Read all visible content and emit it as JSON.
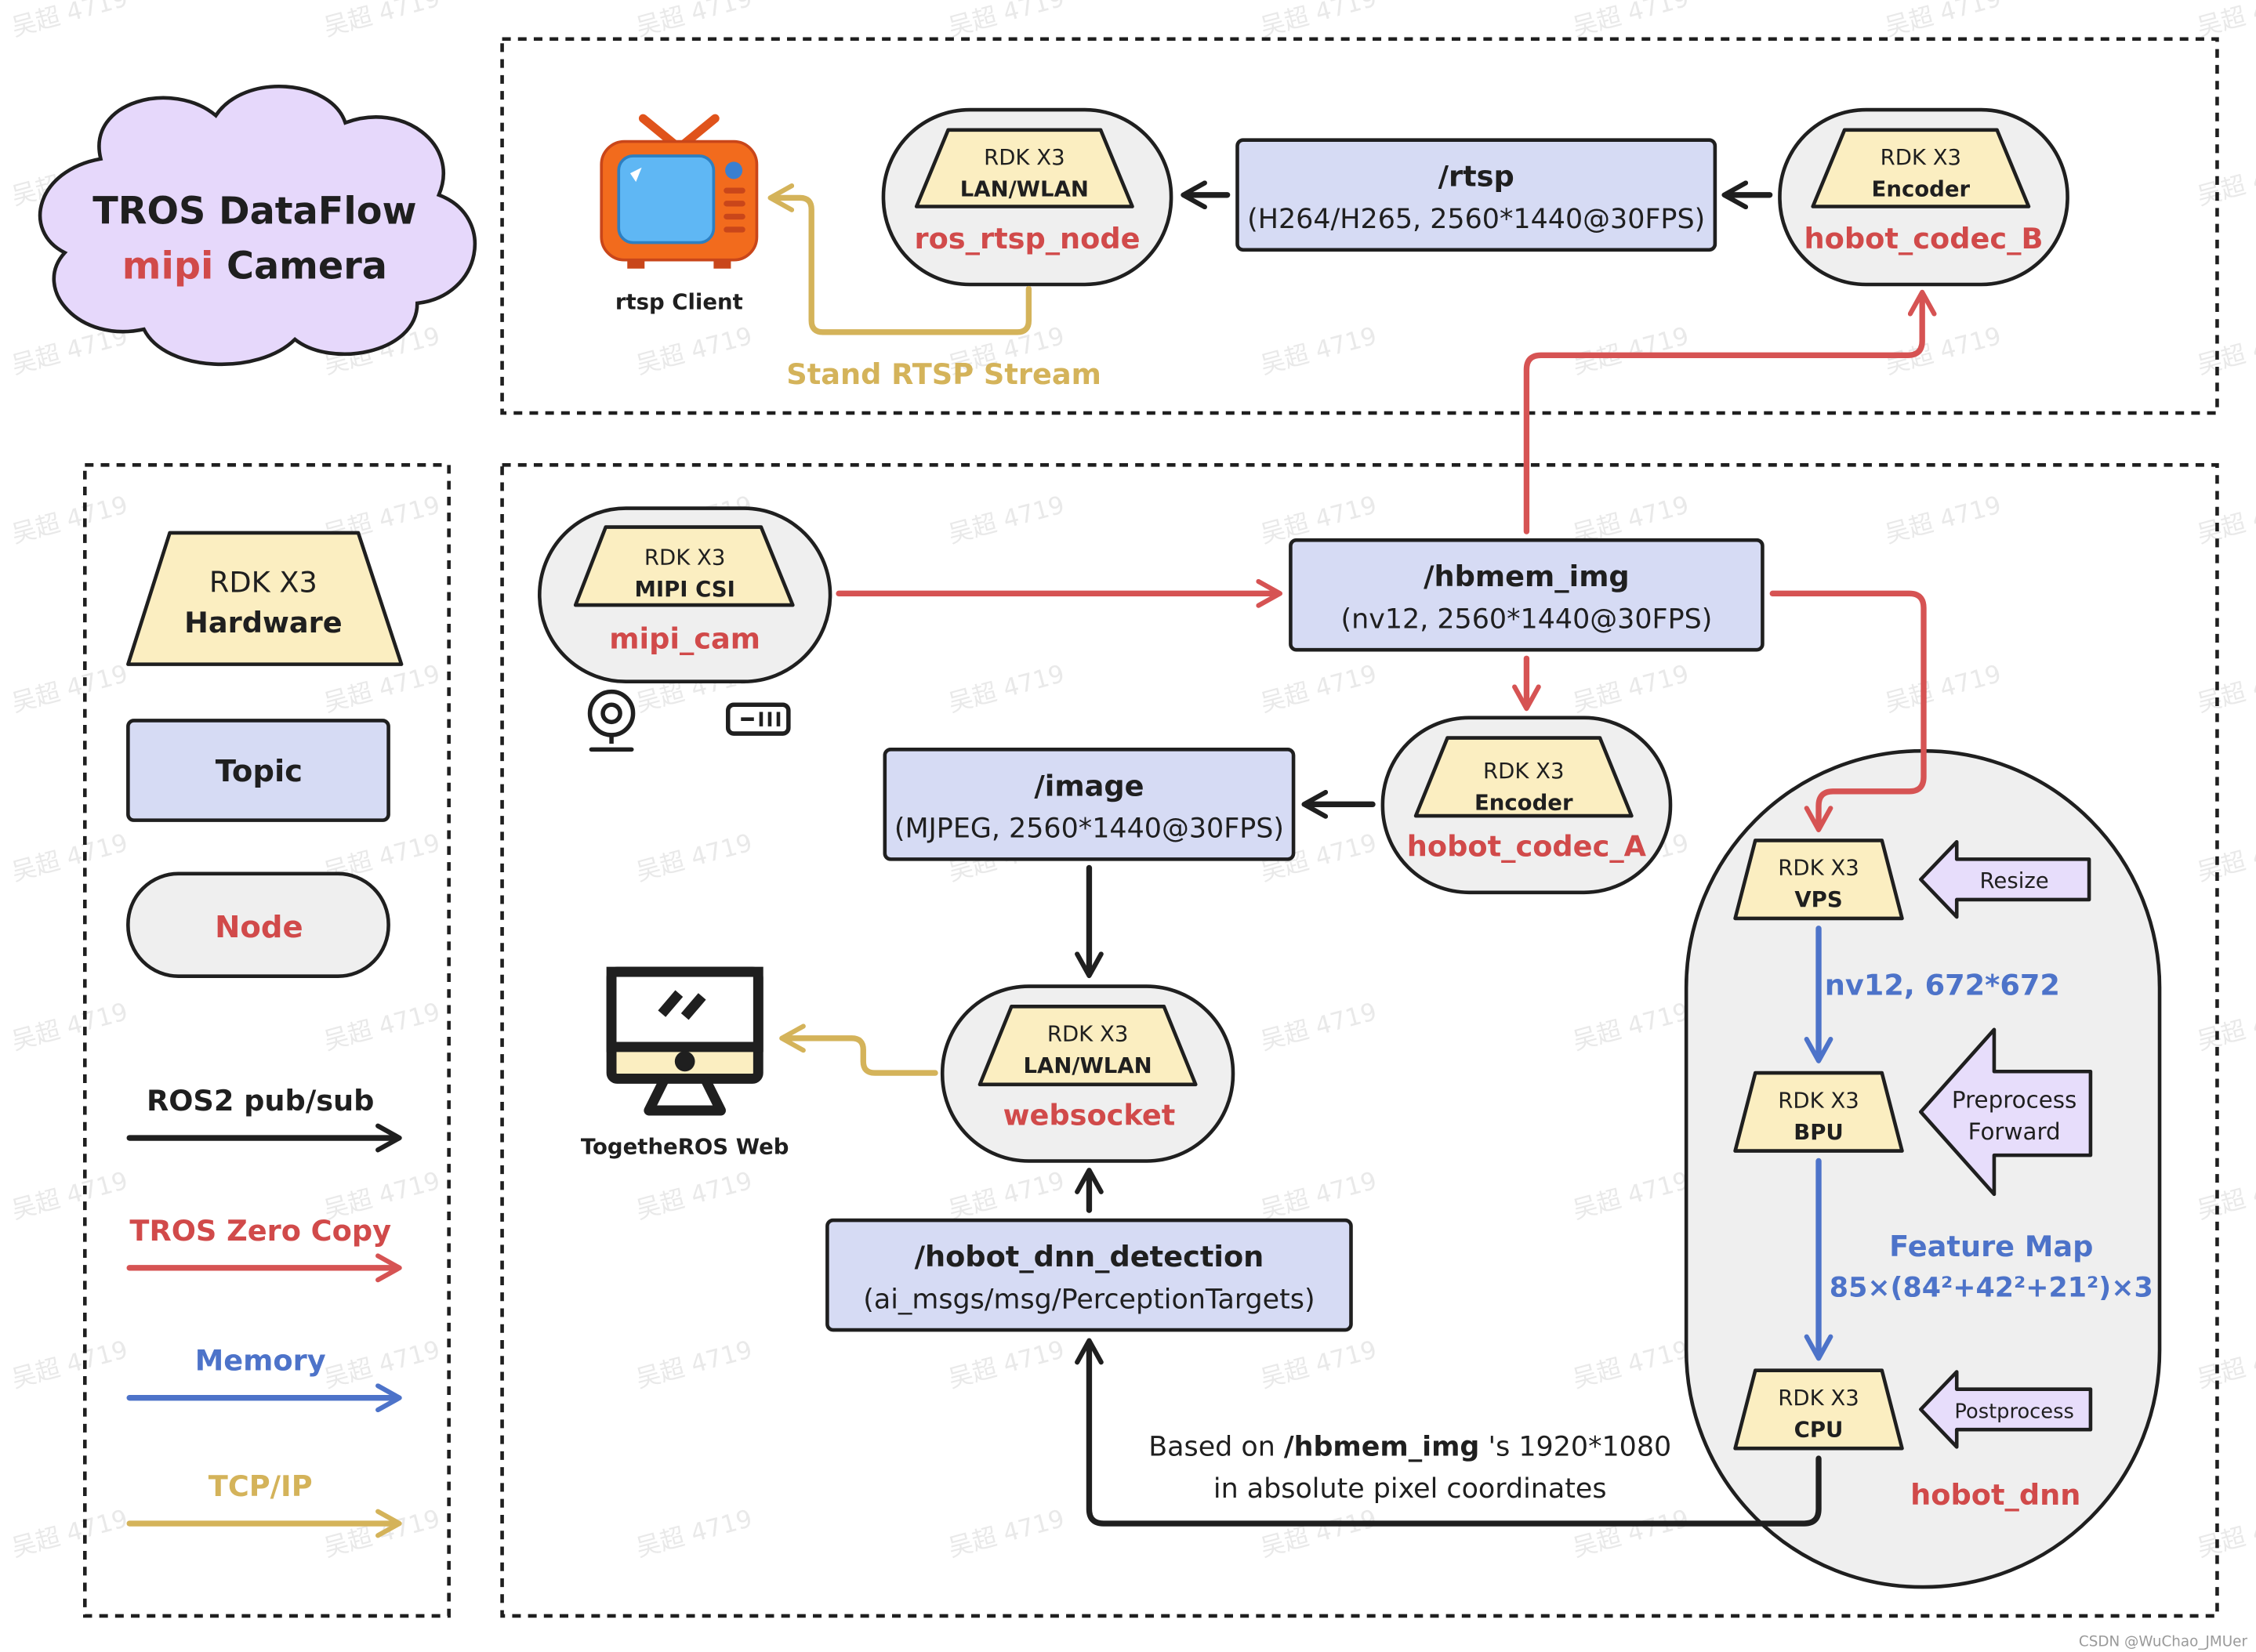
{
  "title": {
    "line1": "TROS DataFlow",
    "line2_accent": "mipi",
    "line2_rest": "Camera"
  },
  "colors": {
    "black": "#1f1f1f",
    "zero_copy_red": "#d65353",
    "memory_blue": "#4d73c9",
    "tcp_yellow": "#d4b35a",
    "node_red": "#d14a4a",
    "hardware_fill": "#fbeec1",
    "topic_fill": "#d6dbf4",
    "node_fill": "#efefef",
    "cloud_fill": "#e6d8fb",
    "arrow_box_fill": "#e7ddfb"
  },
  "legend": {
    "hardware": {
      "line1": "RDK X3",
      "line2": "Hardware"
    },
    "topic": "Topic",
    "node": "Node",
    "ros2": "ROS2 pub/sub",
    "zero_copy": "TROS Zero Copy",
    "memory": "Memory",
    "tcpip": "TCP/IP"
  },
  "rtsp_client": {
    "label": "rtsp Client",
    "icon": "tv-icon"
  },
  "stand_rtsp": "Stand RTSP Stream",
  "ros_rtsp_node": {
    "hw1": "RDK X3",
    "hw2": "LAN/WLAN",
    "name": "ros_rtsp_node"
  },
  "topic_rtsp": {
    "name": "/rtsp",
    "detail": "(H264/H265, 2560*1440@30FPS)"
  },
  "codec_b": {
    "hw1": "RDK X3",
    "hw2": "Encoder",
    "name": "hobot_codec_B"
  },
  "mipi_cam": {
    "hw1": "RDK X3",
    "hw2": "MIPI CSI",
    "name": "mipi_cam",
    "icons": [
      "camera-icon",
      "sensor-board-icon"
    ]
  },
  "topic_hbmem": {
    "name": "/hbmem_img",
    "detail": "(nv12, 2560*1440@30FPS)"
  },
  "codec_a": {
    "hw1": "RDK X3",
    "hw2": "Encoder",
    "name": "hobot_codec_A"
  },
  "topic_image": {
    "name": "/image",
    "detail": "(MJPEG, 2560*1440@30FPS)"
  },
  "websocket": {
    "hw1": "RDK X3",
    "hw2": "LAN/WLAN",
    "name": "websocket"
  },
  "web_client": {
    "label": "TogetheROS Web",
    "icon": "monitor-icon"
  },
  "topic_detection": {
    "name": "/hobot_dnn_detection",
    "detail": "(ai_msgs/msg/PerceptionTargets)"
  },
  "based_on": {
    "pre": "Based on ",
    "bold": "/hbmem_img",
    "post": " 's 1920*1080",
    "line2": "in absolute pixel coordinates"
  },
  "hobot_dnn": {
    "name": "hobot_dnn",
    "vps": {
      "hw1": "RDK X3",
      "hw2": "VPS"
    },
    "bpu": {
      "hw1": "RDK X3",
      "hw2": "BPU"
    },
    "cpu": {
      "hw1": "RDK X3",
      "hw2": "CPU"
    },
    "resize": "Resize",
    "preprocess1": "Preprocess",
    "preprocess2": "Forward",
    "postprocess": "Postprocess",
    "mem1": "nv12, 672*672",
    "feature1": "Feature Map",
    "feature2": "85×(84²+42²+21²)×3"
  },
  "watermark": "吴超 4719",
  "credit": "CSDN @WuChao_JMUer"
}
